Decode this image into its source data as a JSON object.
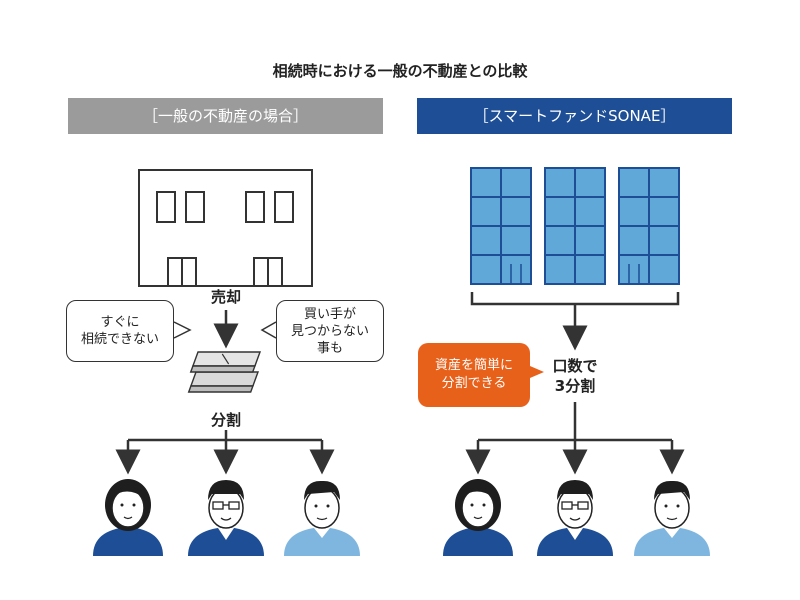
{
  "title": "相続時における一般の不動産との比較",
  "left": {
    "header": "［一般の不動産の場合］",
    "bubble_left": "すぐに\n相続できない",
    "bubble_right": "買い手が\n見つからない\n事も",
    "label_sell": "売却",
    "label_split": "分割"
  },
  "right": {
    "header": "［スマートファンドSONAE］",
    "callout": "資産を簡単に\n分割できる",
    "label_units": "口数で\n3分割"
  },
  "colors": {
    "gray_header": "#9b9b9b",
    "navy_header": "#1d4e96",
    "orange_callout": "#e8611b",
    "building_blue": "#5fa8d8",
    "shirt_navy": "#1d4e96",
    "shirt_light": "#7fb6df"
  }
}
